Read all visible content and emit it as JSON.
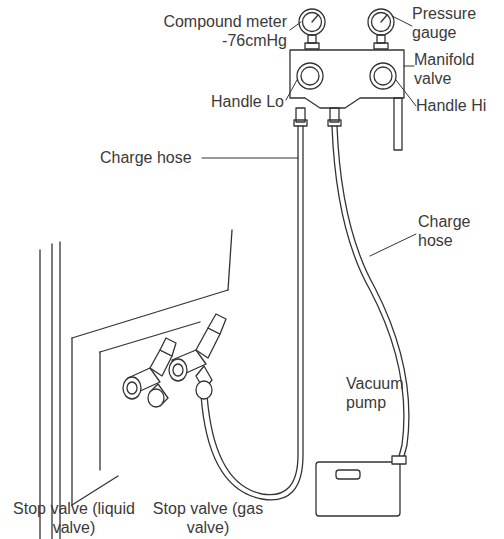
{
  "diagram": {
    "labels": [
      "Pressure gauge",
      "Compound meter -76cmHg",
      "Manifold valve",
      "Handle Lo",
      "Handle Hi",
      "Charge hose",
      "Charge hose",
      "Vacuum pump",
      "Stop valve (liquid valve)",
      "Stop valve (gas valve)"
    ]
  }
}
